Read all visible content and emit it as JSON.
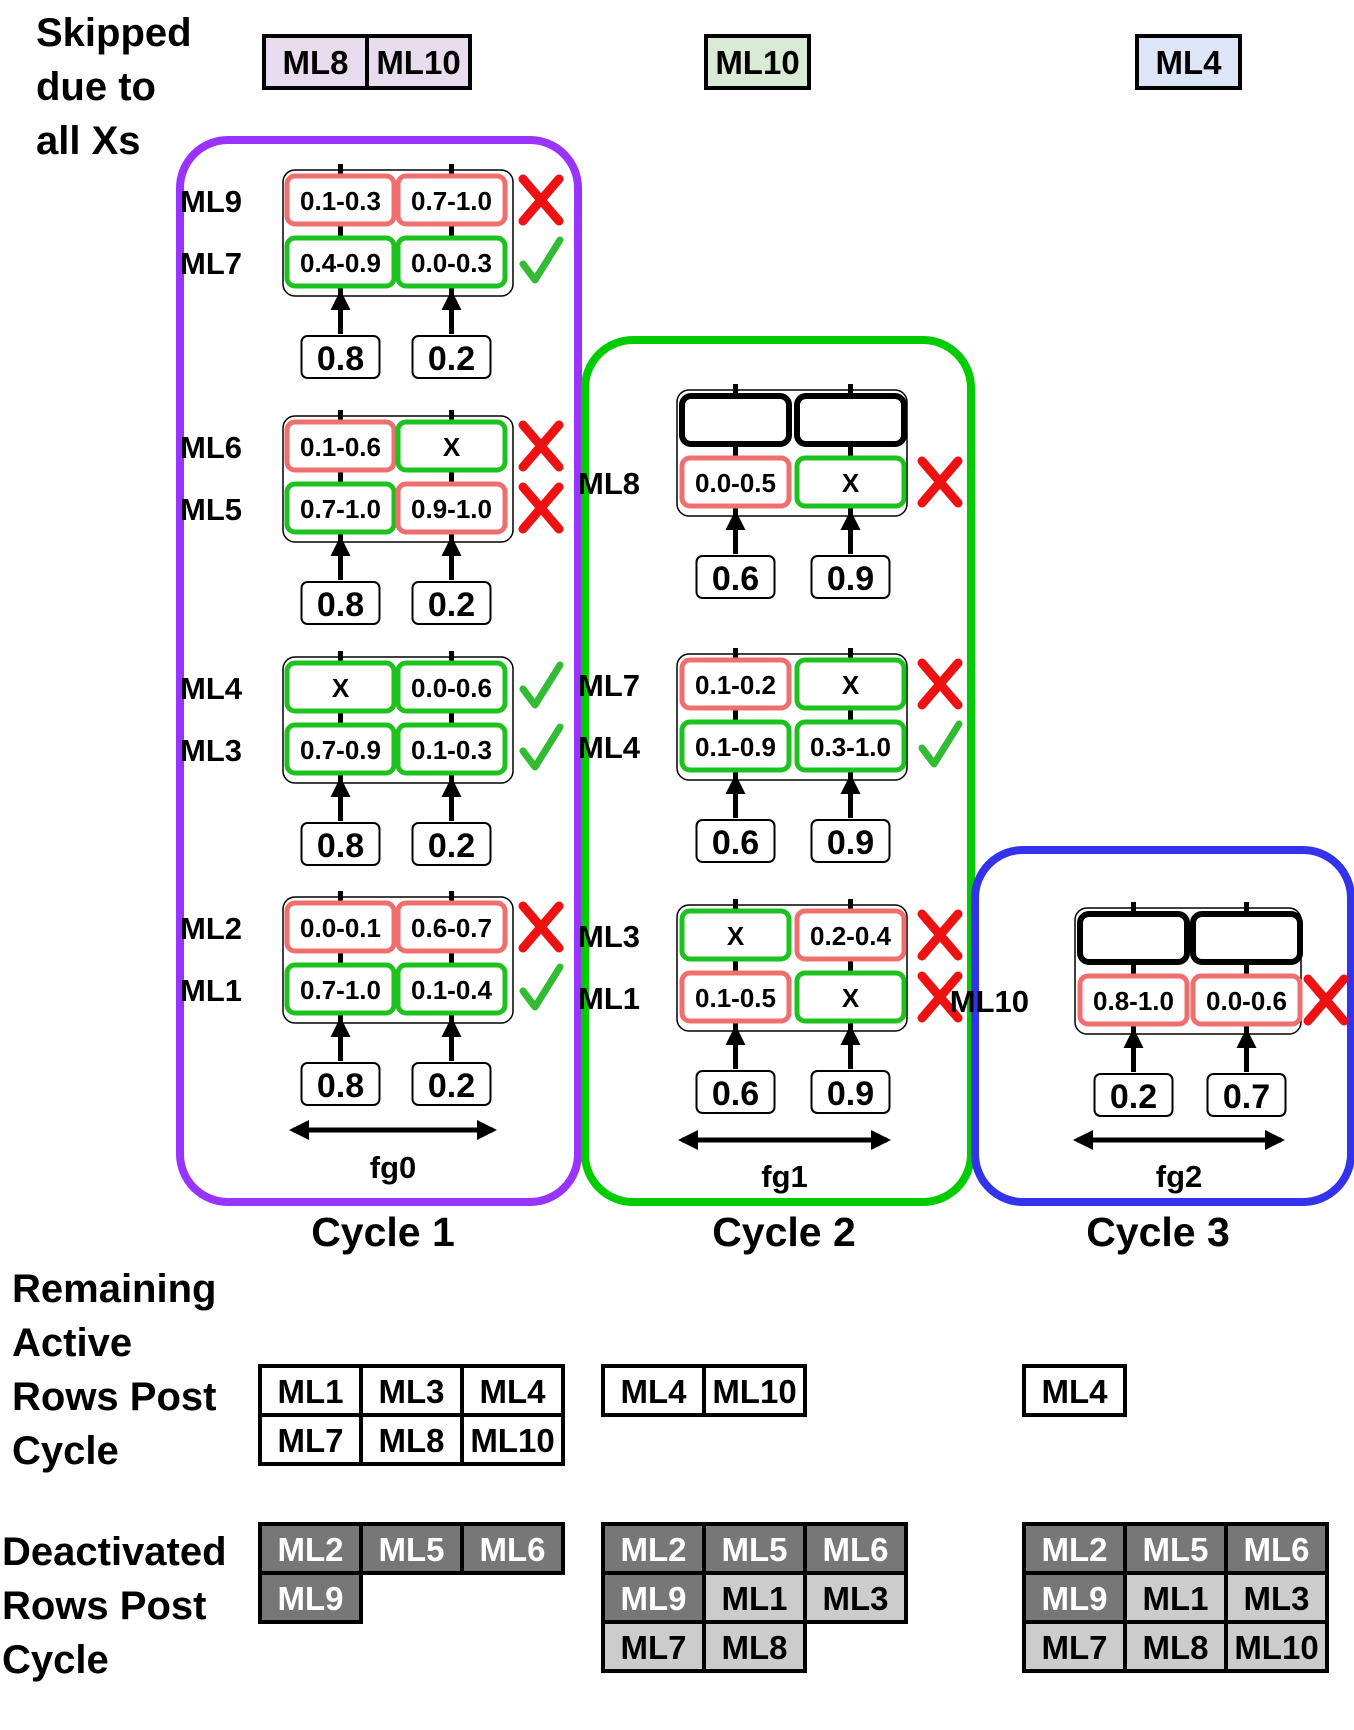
{
  "labels": {
    "skipped": [
      "Skipped",
      "due to",
      "all Xs"
    ],
    "remaining": [
      "Remaining",
      "Active",
      "Rows Post",
      "Cycle"
    ],
    "deactivated": [
      "Deactivated",
      "Rows Post",
      "Cycle"
    ]
  },
  "colors": {
    "cycle1": "#9933ff",
    "cycle2": "#00cc00",
    "cycle3": "#3333ee",
    "cell_red": "#ef6f6f",
    "cell_green": "#1ec21e",
    "cross": "#ee1111",
    "check": "#33bb33",
    "skip1_bg": "#e6dcee",
    "skip2_bg": "#d9ebd4",
    "skip3_bg": "#dde6f7",
    "deact_dark": "#777777",
    "deact_light": "#cccccc"
  },
  "cycles": [
    {
      "label": "Cycle 1",
      "fg": "fg0",
      "skipped": [
        "ML8",
        "ML10"
      ],
      "groups": [
        {
          "inputs": [
            "0.8",
            "0.2"
          ],
          "rows": [
            {
              "name": "ML9",
              "cells": [
                {
                  "text": "0.1-0.3",
                  "color": "red"
                },
                {
                  "text": "0.7-1.0",
                  "color": "red"
                }
              ],
              "mark": "cross"
            },
            {
              "name": "ML7",
              "cells": [
                {
                  "text": "0.4-0.9",
                  "color": "green"
                },
                {
                  "text": "0.0-0.3",
                  "color": "green"
                }
              ],
              "mark": "check"
            }
          ]
        },
        {
          "inputs": [
            "0.8",
            "0.2"
          ],
          "rows": [
            {
              "name": "ML6",
              "cells": [
                {
                  "text": "0.1-0.6",
                  "color": "red"
                },
                {
                  "text": "X",
                  "color": "green"
                }
              ],
              "mark": "cross"
            },
            {
              "name": "ML5",
              "cells": [
                {
                  "text": "0.7-1.0",
                  "color": "green"
                },
                {
                  "text": "0.9-1.0",
                  "color": "red"
                }
              ],
              "mark": "cross"
            }
          ]
        },
        {
          "inputs": [
            "0.8",
            "0.2"
          ],
          "rows": [
            {
              "name": "ML4",
              "cells": [
                {
                  "text": "X",
                  "color": "green"
                },
                {
                  "text": "0.0-0.6",
                  "color": "green"
                }
              ],
              "mark": "check"
            },
            {
              "name": "ML3",
              "cells": [
                {
                  "text": "0.7-0.9",
                  "color": "green"
                },
                {
                  "text": "0.1-0.3",
                  "color": "green"
                }
              ],
              "mark": "check"
            }
          ]
        },
        {
          "inputs": [
            "0.8",
            "0.2"
          ],
          "rows": [
            {
              "name": "ML2",
              "cells": [
                {
                  "text": "0.0-0.1",
                  "color": "red"
                },
                {
                  "text": "0.6-0.7",
                  "color": "red"
                }
              ],
              "mark": "cross"
            },
            {
              "name": "ML1",
              "cells": [
                {
                  "text": "0.7-1.0",
                  "color": "green"
                },
                {
                  "text": "0.1-0.4",
                  "color": "green"
                }
              ],
              "mark": "check"
            }
          ]
        }
      ],
      "remaining": [
        "ML1",
        "ML3",
        "ML4",
        "ML7",
        "ML8",
        "ML10"
      ],
      "deactivated": [
        {
          "name": "ML2",
          "shade": "dark"
        },
        {
          "name": "ML5",
          "shade": "dark"
        },
        {
          "name": "ML6",
          "shade": "dark"
        },
        {
          "name": "ML9",
          "shade": "dark"
        }
      ]
    },
    {
      "label": "Cycle 2",
      "fg": "fg1",
      "skipped": [
        "ML10"
      ],
      "groups": [
        {
          "inputs": [
            "0.6",
            "0.9"
          ],
          "rows": [
            {
              "name": "ML8",
              "cells": [
                {
                  "text": "0.0-0.5",
                  "color": "red"
                },
                {
                  "text": "X",
                  "color": "green"
                }
              ],
              "mark": "cross"
            }
          ]
        },
        {
          "inputs": [
            "0.6",
            "0.9"
          ],
          "rows": [
            {
              "name": "ML7",
              "cells": [
                {
                  "text": "0.1-0.2",
                  "color": "red"
                },
                {
                  "text": "X",
                  "color": "green"
                }
              ],
              "mark": "cross"
            },
            {
              "name": "ML4",
              "cells": [
                {
                  "text": "0.1-0.9",
                  "color": "green"
                },
                {
                  "text": "0.3-1.0",
                  "color": "green"
                }
              ],
              "mark": "check"
            }
          ]
        },
        {
          "inputs": [
            "0.6",
            "0.9"
          ],
          "rows": [
            {
              "name": "ML3",
              "cells": [
                {
                  "text": "X",
                  "color": "green"
                },
                {
                  "text": "0.2-0.4",
                  "color": "red"
                }
              ],
              "mark": "cross"
            },
            {
              "name": "ML1",
              "cells": [
                {
                  "text": "0.1-0.5",
                  "color": "red"
                },
                {
                  "text": "X",
                  "color": "green"
                }
              ],
              "mark": "cross"
            }
          ]
        }
      ],
      "remaining": [
        "ML4",
        "ML10"
      ],
      "deactivated": [
        {
          "name": "ML2",
          "shade": "dark"
        },
        {
          "name": "ML5",
          "shade": "dark"
        },
        {
          "name": "ML6",
          "shade": "dark"
        },
        {
          "name": "ML9",
          "shade": "dark"
        },
        {
          "name": "ML1",
          "shade": "light"
        },
        {
          "name": "ML3",
          "shade": "light"
        },
        {
          "name": "ML7",
          "shade": "light"
        },
        {
          "name": "ML8",
          "shade": "light"
        }
      ]
    },
    {
      "label": "Cycle 3",
      "fg": "fg2",
      "skipped": [
        "ML4"
      ],
      "groups": [
        {
          "inputs": [
            "0.2",
            "0.7"
          ],
          "rows": [
            {
              "name": "ML10",
              "cells": [
                {
                  "text": "0.8-1.0",
                  "color": "red"
                },
                {
                  "text": "0.0-0.6",
                  "color": "red"
                }
              ],
              "mark": "cross"
            }
          ]
        }
      ],
      "remaining": [
        "ML4"
      ],
      "deactivated": [
        {
          "name": "ML2",
          "shade": "dark"
        },
        {
          "name": "ML5",
          "shade": "dark"
        },
        {
          "name": "ML6",
          "shade": "dark"
        },
        {
          "name": "ML9",
          "shade": "dark"
        },
        {
          "name": "ML1",
          "shade": "light"
        },
        {
          "name": "ML3",
          "shade": "light"
        },
        {
          "name": "ML7",
          "shade": "light"
        },
        {
          "name": "ML8",
          "shade": "light"
        },
        {
          "name": "ML10",
          "shade": "light"
        }
      ]
    }
  ]
}
